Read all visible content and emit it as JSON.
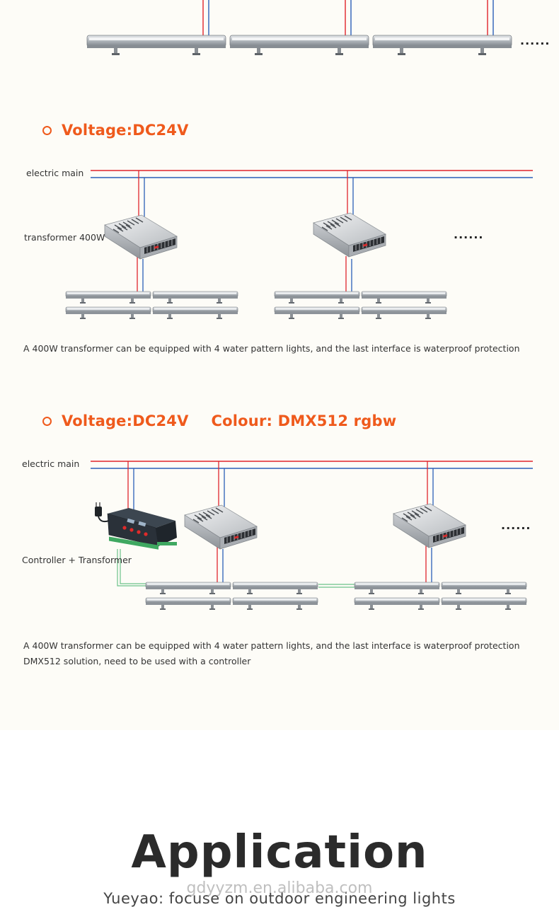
{
  "top_section": {
    "more": "......"
  },
  "section1": {
    "heading": "Voltage:DC24V",
    "main_label": "electric main",
    "transformer_label": "transformer 400W",
    "more": "......",
    "note": "A 400W transformer can be equipped with 4 water pattern lights, and the last interface is waterproof protection"
  },
  "section2": {
    "heading": "Voltage:DC24V",
    "heading_extra": "Colour: DMX512 rgbw",
    "main_label": "electric main",
    "controller_label": "Controller + Transformer",
    "more": "......",
    "note_line1": "A 400W transformer can be equipped with 4 water pattern lights, and the last interface is waterproof protection",
    "note_line2": "DMX512 solution, need to be used with a controller"
  },
  "application": {
    "title": "Application",
    "subtitle": "Yueyao: focuse on outdoor engineering lights",
    "watermark": "gdyyzm.en.alibaba.com"
  },
  "colors": {
    "accent": "#ef5a1c",
    "live_wire": "#e0242c",
    "neutral_wire": "#2b5fb8",
    "signal_wire": "#6dc28a"
  },
  "icons": [
    "wall-washer-light-icon",
    "transformer-icon",
    "dmx-controller-icon",
    "plug-icon"
  ]
}
